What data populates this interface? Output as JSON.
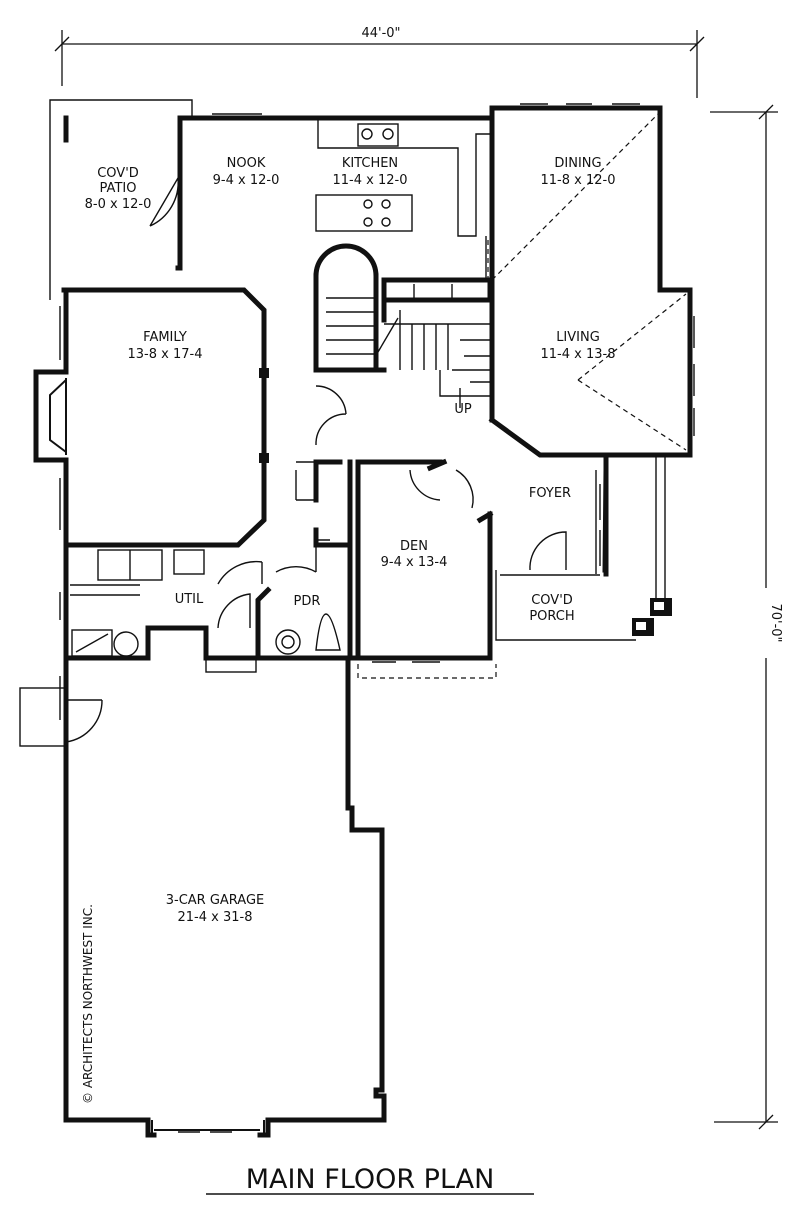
{
  "plan": {
    "title": "MAIN FLOOR PLAN",
    "credit": "© ARCHITECTS NORTHWEST INC.",
    "dimensions": {
      "width": "44'-0\"",
      "depth": "70'-0\""
    },
    "rooms": [
      {
        "key": "covd_patio",
        "name_lines": [
          "COV'D",
          "PATIO"
        ],
        "size": "8-0 x 12-0"
      },
      {
        "key": "nook",
        "name_lines": [
          "NOOK"
        ],
        "size": "9-4 x 12-0"
      },
      {
        "key": "kitchen",
        "name_lines": [
          "KITCHEN"
        ],
        "size": "11-4 x 12-0"
      },
      {
        "key": "dining",
        "name_lines": [
          "DINING"
        ],
        "size": "11-8 x 12-0"
      },
      {
        "key": "family",
        "name_lines": [
          "FAMILY"
        ],
        "size": "13-8 x 17-4"
      },
      {
        "key": "living",
        "name_lines": [
          "LIVING"
        ],
        "size": "11-4 x 13-8"
      },
      {
        "key": "foyer",
        "name_lines": [
          "FOYER"
        ],
        "size": ""
      },
      {
        "key": "den",
        "name_lines": [
          "DEN"
        ],
        "size": "9-4 x 13-4"
      },
      {
        "key": "util",
        "name_lines": [
          "UTIL"
        ],
        "size": ""
      },
      {
        "key": "pdr",
        "name_lines": [
          "PDR"
        ],
        "size": ""
      },
      {
        "key": "covd_porch",
        "name_lines": [
          "COV'D",
          "PORCH"
        ],
        "size": ""
      },
      {
        "key": "garage",
        "name_lines": [
          "3-CAR GARAGE"
        ],
        "size": "21-4 x 31-8"
      }
    ],
    "stair_label": "UP"
  }
}
